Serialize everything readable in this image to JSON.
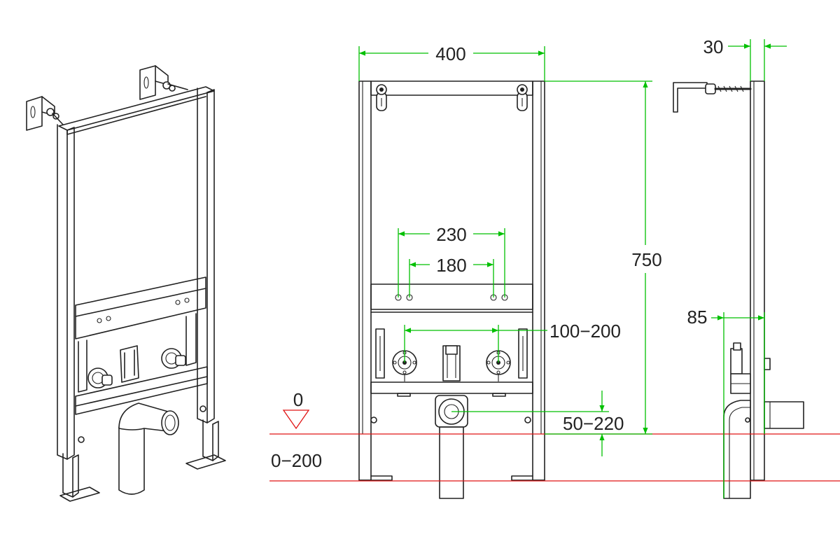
{
  "colors": {
    "outline": "#222222",
    "dimension": "#00c000",
    "floor": "#e01515",
    "label": "#222222"
  },
  "dimensions": {
    "frame_width": "400",
    "frame_height": "750",
    "side_depth": "30",
    "bolt_spacing_outer": "230",
    "bolt_spacing_inner": "180",
    "inlet_spacing": "100−200",
    "drain_height": "50−220",
    "side_offset": "85",
    "floor_level": "0",
    "foot_adjust": "0−200"
  }
}
